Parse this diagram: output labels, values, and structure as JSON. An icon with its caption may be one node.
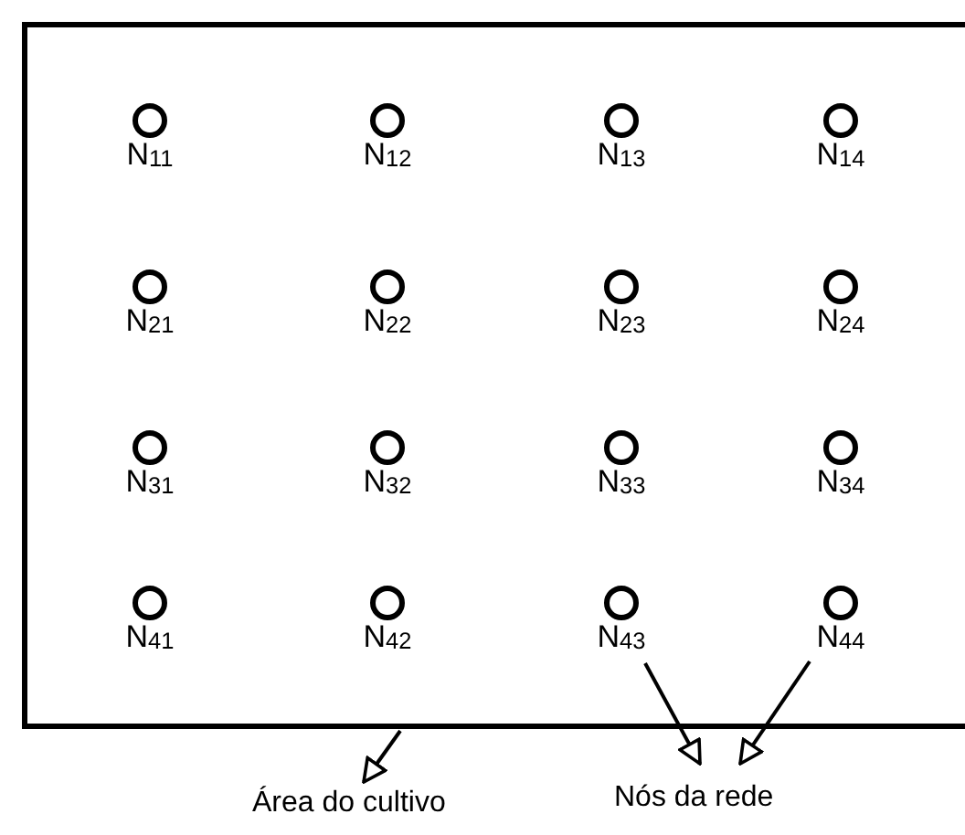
{
  "diagram": {
    "nodes": [
      {
        "text": [],
        "shape": "box"
      },
      {
        "text": [
          "N$_{11}$"
        ],
        "in": 0
      },
      {
        "text": [
          "N$_{12}$"
        ],
        "in": 0
      },
      {
        "text": [
          "N$_{13}$"
        ],
        "in": 0
      },
      {
        "text": [
          "N$_{14}$"
        ],
        "in": 0
      },
      {
        "text": [
          "N$_{21}$"
        ],
        "in": 0
      },
      {
        "text": [
          "N$_{22}$"
        ],
        "in": 0
      },
      {
        "text": [
          "N$_{23}$"
        ],
        "in": 0
      },
      {
        "text": [
          "N$_{24}$"
        ],
        "in": 0
      },
      {
        "text": [
          "N$_{31}$"
        ],
        "in": 0
      },
      {
        "text": [
          "N$_{32}$"
        ],
        "in": 0
      },
      {
        "text": [
          "N$_{33}$"
        ],
        "in": 0
      },
      {
        "text": [
          "N$_{34}$"
        ],
        "in": 0
      },
      {
        "text": [
          "N$_{41}$"
        ],
        "in": 0
      },
      {
        "text": [
          "N$_{42}$"
        ],
        "in": 0
      },
      {
        "text": [
          "N$_{43}$"
        ],
        "in": 0
      },
      {
        "text": [
          "N$_{44}$"
        ],
        "in": 0
      },
      {
        "text": [
          "Área do cultivo"
        ]
      },
      {
        "text": [
          "Nós da rede"
        ]
      }
    ],
    "edges": [
      {
        "from": 0,
        "to": 17,
        "arrow": "to"
      },
      {
        "from": 15,
        "to": 18,
        "arrow": "to"
      },
      {
        "from": 16,
        "to": 18,
        "arrow": "to"
      }
    ]
  }
}
